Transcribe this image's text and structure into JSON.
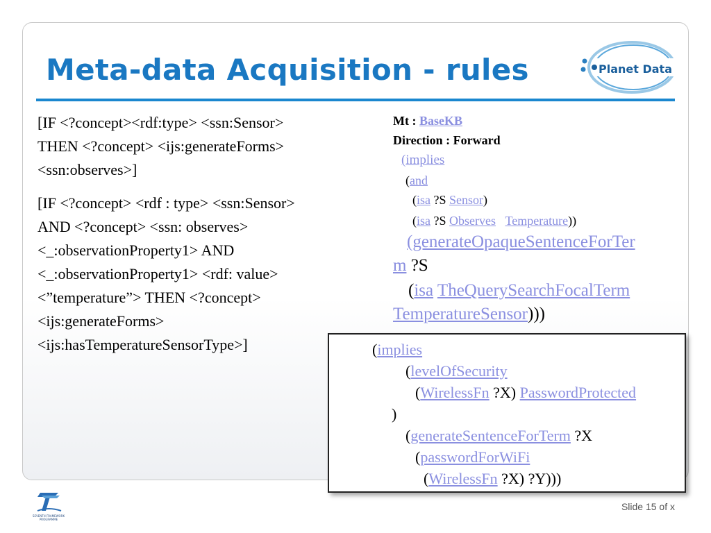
{
  "title": "Meta-data Acquisition - rules",
  "logo": {
    "text": "Planet Data",
    "icon": "planet-data-logo"
  },
  "left_rules": [
    {
      "lines": [
        "[IF <?concept><rdf:type> <ssn:Sensor>",
        "THEN <?concept> <ijs:generateForms>",
        "<ssn:observes>]"
      ]
    },
    {
      "lines": [
        "[IF <?concept> <rdf : type> <ssn:Sensor>",
        "AND <?concept> <ssn: observes>",
        "<_:observationProperty1> AND",
        "<_:observationProperty1> <rdf: value>",
        "<”temperature”> THEN <?concept>",
        "<ijs:generateForms>",
        "<ijs:hasTemperatureSensorType>]"
      ]
    }
  ],
  "cyc_rule": {
    "mt_label": "Mt : ",
    "mt_value": "BaseKB",
    "direction": "Direction : Forward",
    "paren_open": "(",
    "paren_close": ")",
    "paren_close2": "))",
    "paren_close3": ")))",
    "implies": "implies",
    "and": "and",
    "isa": "isa",
    "var_s": " ?S ",
    "sensor": "Sensor",
    "observes": "Observes",
    "temperature": "Temperature",
    "generate_a": "generateOpaqueSentenceForTer",
    "generate_b": "m",
    "query_term": "TheQuerySearchFocalTerm",
    "temp_sensor": "TemperatureSensor"
  },
  "box_rule": {
    "implies": "implies",
    "level_of_security": "levelOfSecurity",
    "wireless_fn": "WirelessFn",
    "var_x": " ?X) ",
    "password_protected": "PasswordProtected",
    "close": ")",
    "generate_sentence": "generateSentenceForTerm",
    "var_x2": " ?X",
    "password_for_wifi": "passwordForWiFi",
    "end_tail": " ?X) ?Y)))"
  },
  "footer": {
    "slide_number": "Slide 15 of x",
    "fp7_logo_text": "SEVENTH FRAMEWORK PROGRAMME"
  },
  "colors": {
    "title": "#1a78c2",
    "rule": "#1a87cf",
    "link": "#8a8fe0"
  }
}
